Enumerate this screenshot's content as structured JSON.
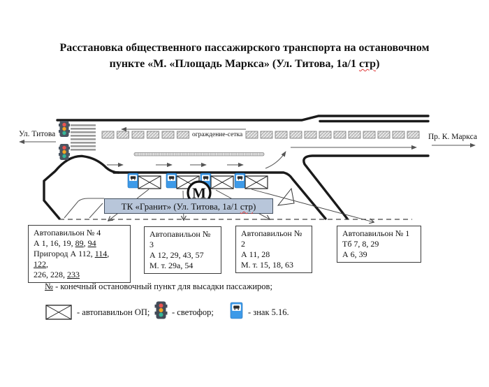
{
  "title": {
    "line1": "Расстановка общественного пассажирского транспорта на остановочном",
    "line2": [
      [
        {
          "t": "пункте «М. «Площадь Маркса» (Ул. Титова, 1а/1 "
        },
        {
          "t": "стр",
          "w": true
        },
        {
          "t": ")"
        }
      ]
    ]
  },
  "map": {
    "street_left": "Ул. Титова",
    "street_right": "Пр. К. Маркса",
    "fence_label": "ограждение-сетка",
    "metro_letter": "М",
    "tk_label": [
      [
        {
          "t": "ТК «Гранит» (Ул. Титова, 1а/1 "
        },
        {
          "t": "стр",
          "w": true
        },
        {
          "t": ")"
        }
      ]
    ]
  },
  "pavilions": [
    {
      "title": "Автопавильон № 4",
      "lines": [
        [
          {
            "t": "А 1, 16, 19, "
          },
          {
            "t": "89",
            "u": true
          },
          {
            "t": ", "
          },
          {
            "t": "94",
            "u": true
          }
        ],
        [
          {
            "t": "Пригород А 112, "
          },
          {
            "t": "114",
            "u": true
          },
          {
            "t": ", "
          },
          {
            "t": "122",
            "u": true
          },
          {
            "t": ","
          }
        ],
        [
          {
            "t": "226, 228, "
          },
          {
            "t": "233",
            "u": true
          }
        ]
      ]
    },
    {
      "title": "Автопавильон № 3",
      "lines": [
        [
          {
            "t": "А 12, 29, 43, 57"
          }
        ],
        [
          {
            "t": "М. т. 29а, 54"
          }
        ]
      ]
    },
    {
      "title": "Автопавильон № 2",
      "lines": [
        [
          {
            "t": "А 11, 28"
          }
        ],
        [
          {
            "t": "М. т. 15, 18, 63"
          }
        ]
      ]
    },
    {
      "title": "Автопавильон № 1",
      "lines": [
        [
          {
            "t": "Тб 7, 8, 29"
          }
        ],
        [
          {
            "t": "А 6, 39"
          }
        ]
      ]
    }
  ],
  "legend": {
    "note": [
      [
        {
          "t": "№",
          "u": true
        },
        {
          "t": " - конечный остановочный пункт для высадки пассажиров;"
        }
      ]
    ],
    "pavilion_label": "- автопавильон ОП;",
    "traffic_light_label": "- светофор;",
    "sign_label": "- знак 5.16."
  },
  "colors": {
    "sign_blue": "#3d9ae8",
    "tk_fill": "#b8c6da",
    "traffic_red": "#e85450",
    "traffic_yellow": "#f5a623",
    "traffic_green": "#35b597",
    "road_line": "#1a1a1a",
    "misspell_underline": "#e03a3a"
  }
}
